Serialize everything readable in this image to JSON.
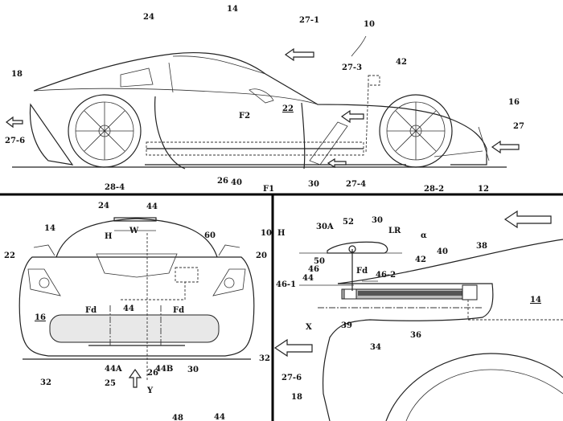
{
  "figure_top": {
    "labels": {
      "l24": "24",
      "l14": "14",
      "l27_1": "27-1",
      "l10": "10",
      "l42": "42",
      "l27_3": "27-3",
      "l18": "18",
      "l16": "16",
      "l27": "27",
      "l27_6": "27-6",
      "l22": "22",
      "lF2": "F2",
      "l28_4": "28-4",
      "l26": "26",
      "l40": "40",
      "lF1": "F1",
      "l30": "30",
      "l27_4": "27-4",
      "l28_2": "28-2",
      "l12": "12"
    }
  },
  "figure_front": {
    "labels": {
      "l24": "24",
      "l44": "44",
      "lH": "H",
      "lW": "W",
      "l14": "14",
      "l10": "10",
      "l60": "60",
      "l22": "22",
      "l20": "20",
      "l16": "16",
      "lFd_left": "Fd",
      "l44_mid": "44",
      "lFd_right": "Fd",
      "l32_right": "32",
      "l44A": "44A",
      "l26": "26",
      "l44B": "44B",
      "l30": "30",
      "l32_left": "32",
      "l25": "25",
      "lY": "Y",
      "l48": "48",
      "l44_bottom": "44"
    }
  },
  "figure_detail": {
    "labels": {
      "lH": "H",
      "l30A": "30A",
      "l52": "52",
      "l30": "30",
      "lLR": "LR",
      "lalpha": "α",
      "l50": "50",
      "l46": "46",
      "lFd": "Fd",
      "l46_2": "46-2",
      "l44": "44",
      "l46_1": "46-1",
      "l40": "40",
      "l42": "42",
      "l38": "38",
      "l14": "14",
      "lX": "X",
      "l39": "39",
      "l36": "36",
      "l34": "34",
      "l27_6": "27-6",
      "l18": "18"
    }
  }
}
